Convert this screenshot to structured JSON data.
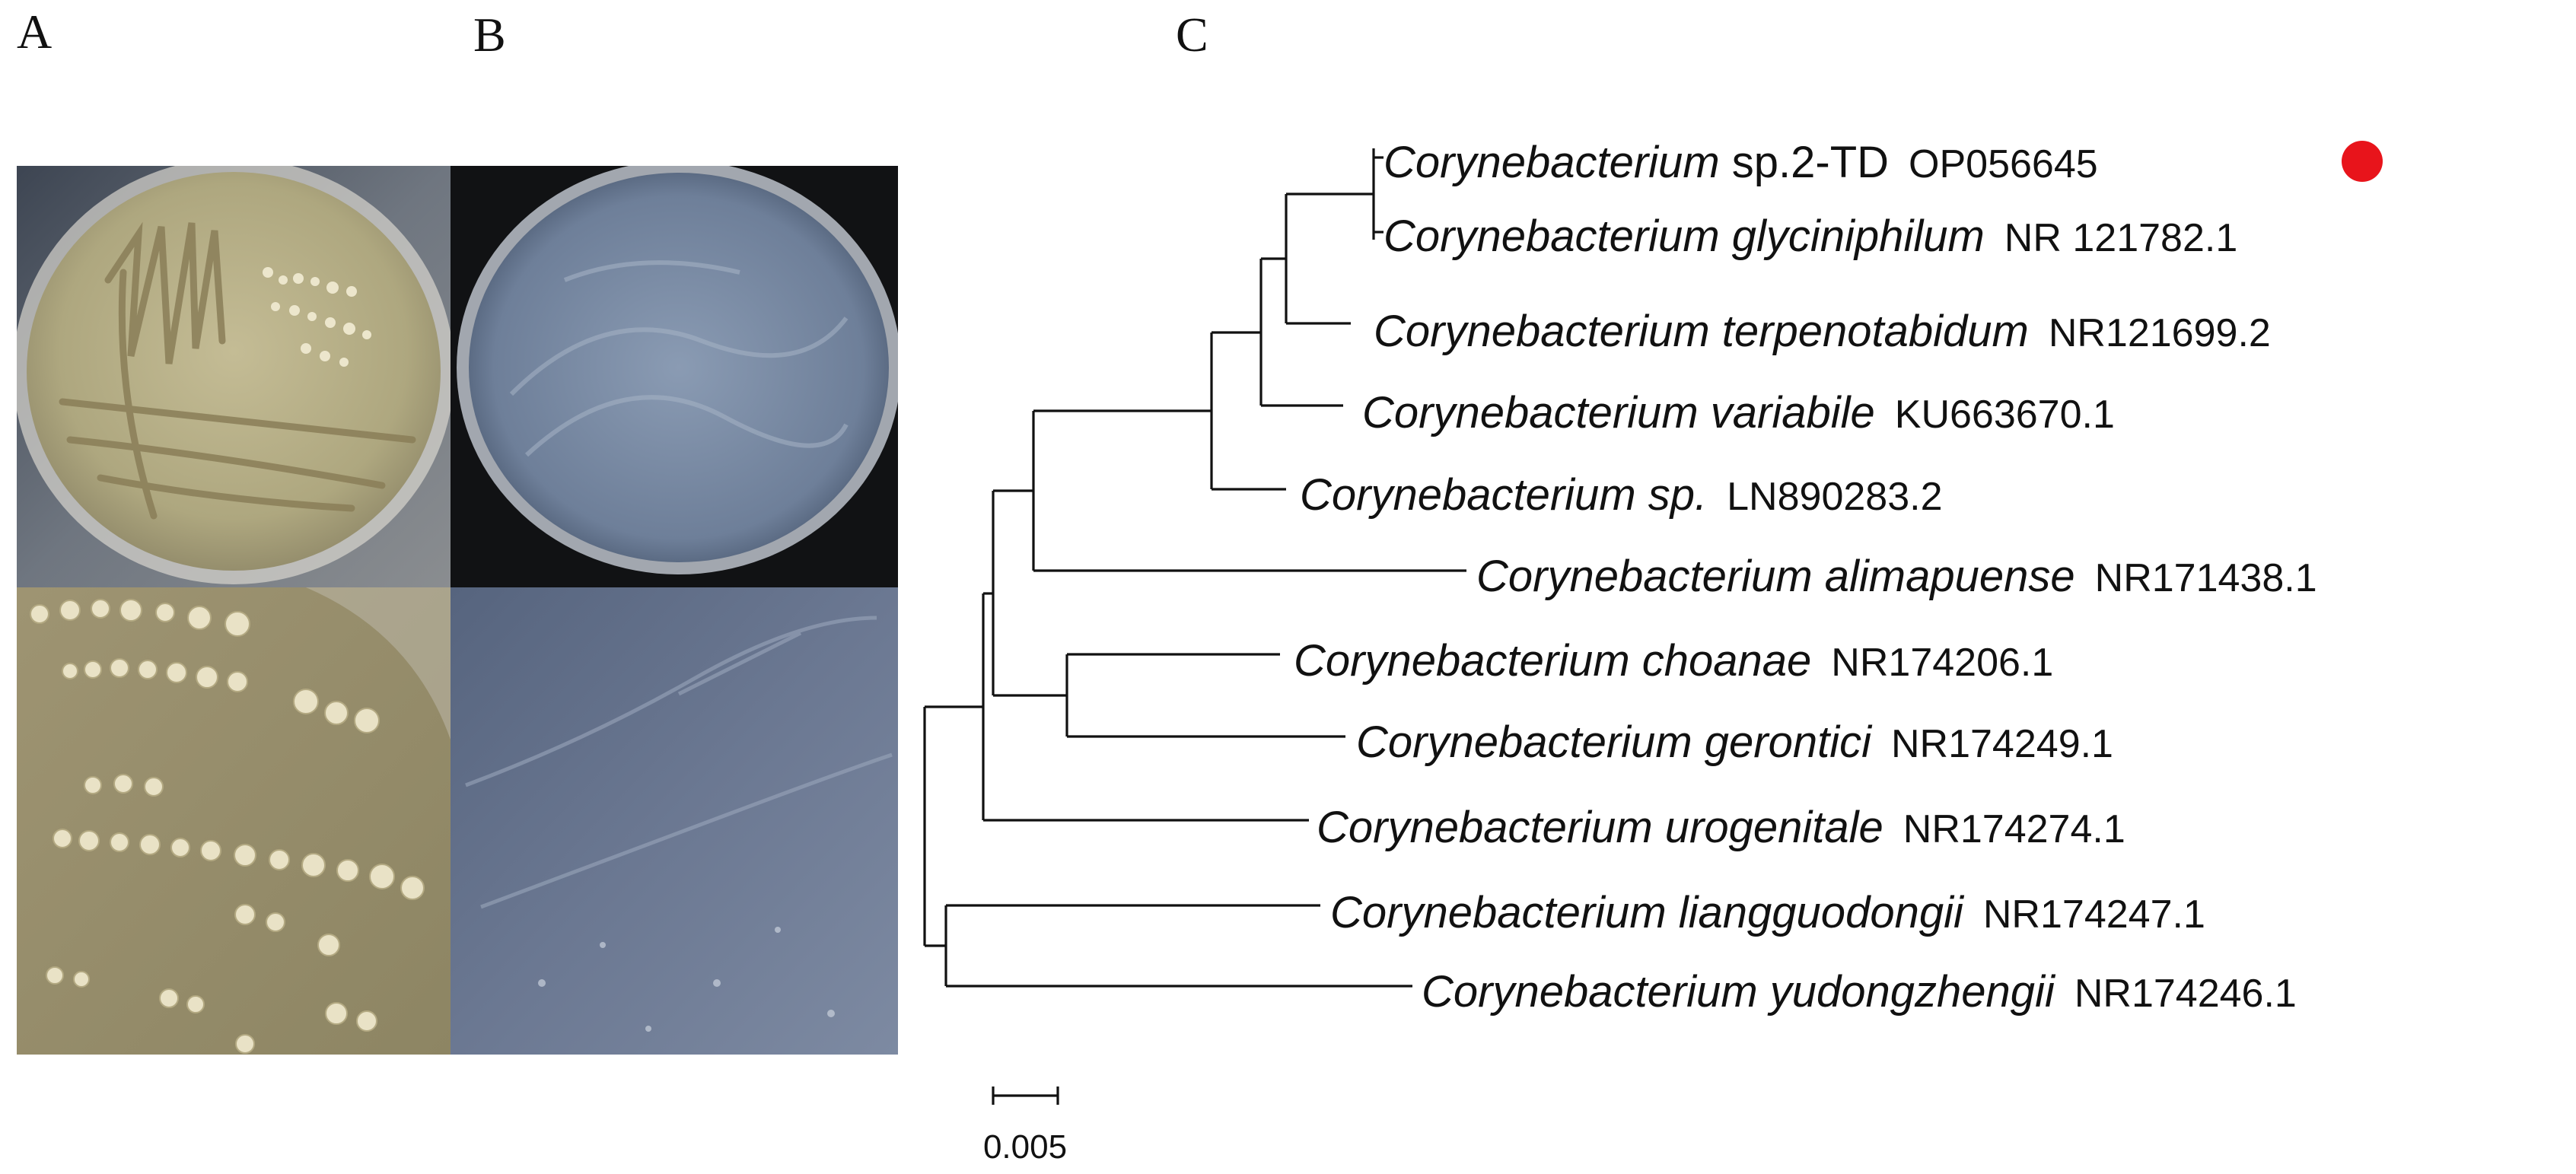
{
  "panels": {
    "a": "A",
    "b": "B",
    "c": "C"
  },
  "colors": {
    "highlight_marker": "#e8141b",
    "branch": "#111111"
  },
  "tree": {
    "taxa": [
      {
        "genus": "Corynebacterium",
        "epithet": "sp.2-TD",
        "epithet_italic": false,
        "accession": "OP056645",
        "highlight": true
      },
      {
        "genus": "Corynebacterium",
        "epithet": "glyciniphilum",
        "epithet_italic": true,
        "accession": "NR 121782.1",
        "highlight": false
      },
      {
        "genus": "Corynebacterium",
        "epithet": "terpenotabidum",
        "epithet_italic": true,
        "accession": "NR121699.2",
        "highlight": false
      },
      {
        "genus": "Corynebacterium",
        "epithet": "variabile",
        "epithet_italic": true,
        "accession": "KU663670.1",
        "highlight": false
      },
      {
        "genus": "Corynebacterium",
        "epithet": "sp.",
        "epithet_italic": true,
        "accession": "LN890283.2",
        "highlight": false
      },
      {
        "genus": "Corynebacterium",
        "epithet": "alimapuense",
        "epithet_italic": true,
        "accession": "NR171438.1",
        "highlight": false
      },
      {
        "genus": "Corynebacterium",
        "epithet": "choanae",
        "epithet_italic": true,
        "accession": "NR174206.1",
        "highlight": false
      },
      {
        "genus": "Corynebacterium",
        "epithet": "gerontici",
        "epithet_italic": true,
        "accession": "NR174249.1",
        "highlight": false
      },
      {
        "genus": "Corynebacterium",
        "epithet": "urogenitale",
        "epithet_italic": true,
        "accession": "NR174274.1",
        "highlight": false
      },
      {
        "genus": "Corynebacterium",
        "epithet": "liangguodongii",
        "epithet_italic": true,
        "accession": "NR174247.1",
        "highlight": false
      },
      {
        "genus": "Corynebacterium",
        "epithet": "yudongzhengii",
        "epithet_italic": true,
        "accession": "NR174246.1",
        "highlight": false
      }
    ],
    "scale_bar_label": "0.005"
  }
}
